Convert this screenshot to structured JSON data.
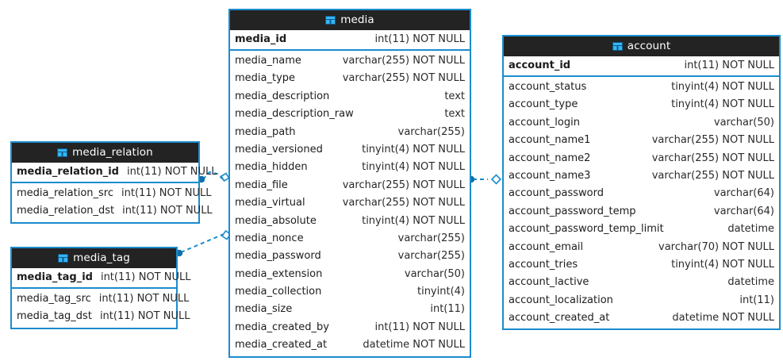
{
  "diagram": {
    "type": "entity-relationship-diagram",
    "background_color": "#ffffff",
    "accent_color": "#1b8ccd",
    "header_color": "#232323",
    "entity_icon": "table-icon"
  },
  "entities": [
    {
      "id": "media",
      "name": "media",
      "primary_key": {
        "name": "media_id",
        "type": "int(11) NOT NULL"
      },
      "attributes": [
        {
          "name": "media_name",
          "type": "varchar(255) NOT NULL"
        },
        {
          "name": "media_type",
          "type": "varchar(255) NOT NULL"
        },
        {
          "name": "media_description",
          "type": "text"
        },
        {
          "name": "media_description_raw",
          "type": "text"
        },
        {
          "name": "media_path",
          "type": "varchar(255)"
        },
        {
          "name": "media_versioned",
          "type": "tinyint(4) NOT NULL"
        },
        {
          "name": "media_hidden",
          "type": "tinyint(4) NOT NULL"
        },
        {
          "name": "media_file",
          "type": "varchar(255) NOT NULL"
        },
        {
          "name": "media_virtual",
          "type": "varchar(255) NOT NULL"
        },
        {
          "name": "media_absolute",
          "type": "tinyint(4) NOT NULL"
        },
        {
          "name": "media_nonce",
          "type": "varchar(255)"
        },
        {
          "name": "media_password",
          "type": "varchar(255)"
        },
        {
          "name": "media_extension",
          "type": "varchar(50)"
        },
        {
          "name": "media_collection",
          "type": "tinyint(4)"
        },
        {
          "name": "media_size",
          "type": "int(11)"
        },
        {
          "name": "media_created_by",
          "type": "int(11) NOT NULL"
        },
        {
          "name": "media_created_at",
          "type": "datetime NOT NULL"
        }
      ]
    },
    {
      "id": "account",
      "name": "account",
      "primary_key": {
        "name": "account_id",
        "type": "int(11) NOT NULL"
      },
      "attributes": [
        {
          "name": "account_status",
          "type": "tinyint(4) NOT NULL"
        },
        {
          "name": "account_type",
          "type": "tinyint(4) NOT NULL"
        },
        {
          "name": "account_login",
          "type": "varchar(50)"
        },
        {
          "name": "account_name1",
          "type": "varchar(255) NOT NULL"
        },
        {
          "name": "account_name2",
          "type": "varchar(255) NOT NULL"
        },
        {
          "name": "account_name3",
          "type": "varchar(255) NOT NULL"
        },
        {
          "name": "account_password",
          "type": "varchar(64)"
        },
        {
          "name": "account_password_temp",
          "type": "varchar(64)"
        },
        {
          "name": "account_password_temp_limit",
          "type": "datetime"
        },
        {
          "name": "account_email",
          "type": "varchar(70) NOT NULL"
        },
        {
          "name": "account_tries",
          "type": "tinyint(4) NOT NULL"
        },
        {
          "name": "account_lactive",
          "type": "datetime"
        },
        {
          "name": "account_localization",
          "type": "int(11)"
        },
        {
          "name": "account_created_at",
          "type": "datetime NOT NULL"
        }
      ]
    },
    {
      "id": "media_relation",
      "name": "media_relation",
      "primary_key": {
        "name": "media_relation_id",
        "type": "int(11) NOT NULL"
      },
      "attributes": [
        {
          "name": "media_relation_src",
          "type": "int(11) NOT NULL"
        },
        {
          "name": "media_relation_dst",
          "type": "int(11) NOT NULL"
        }
      ]
    },
    {
      "id": "media_tag",
      "name": "media_tag",
      "primary_key": {
        "name": "media_tag_id",
        "type": "int(11) NOT NULL"
      },
      "attributes": [
        {
          "name": "media_tag_src",
          "type": "int(11) NOT NULL"
        },
        {
          "name": "media_tag_dst",
          "type": "int(11) NOT NULL"
        }
      ]
    }
  ],
  "relationships": [
    {
      "id": "rel-media-account",
      "from": "media",
      "to": "account",
      "style": "dashed",
      "from_marker": "filled-circle",
      "to_marker": "hollow-diamond"
    },
    {
      "id": "rel-mediarelation-media",
      "from": "media_relation",
      "to": "media",
      "style": "dashed",
      "from_marker": "filled-circle",
      "to_marker": "hollow-diamond"
    },
    {
      "id": "rel-mediatag-media",
      "from": "media_tag",
      "to": "media",
      "style": "dashed",
      "from_marker": "filled-circle",
      "to_marker": "hollow-diamond"
    }
  ]
}
